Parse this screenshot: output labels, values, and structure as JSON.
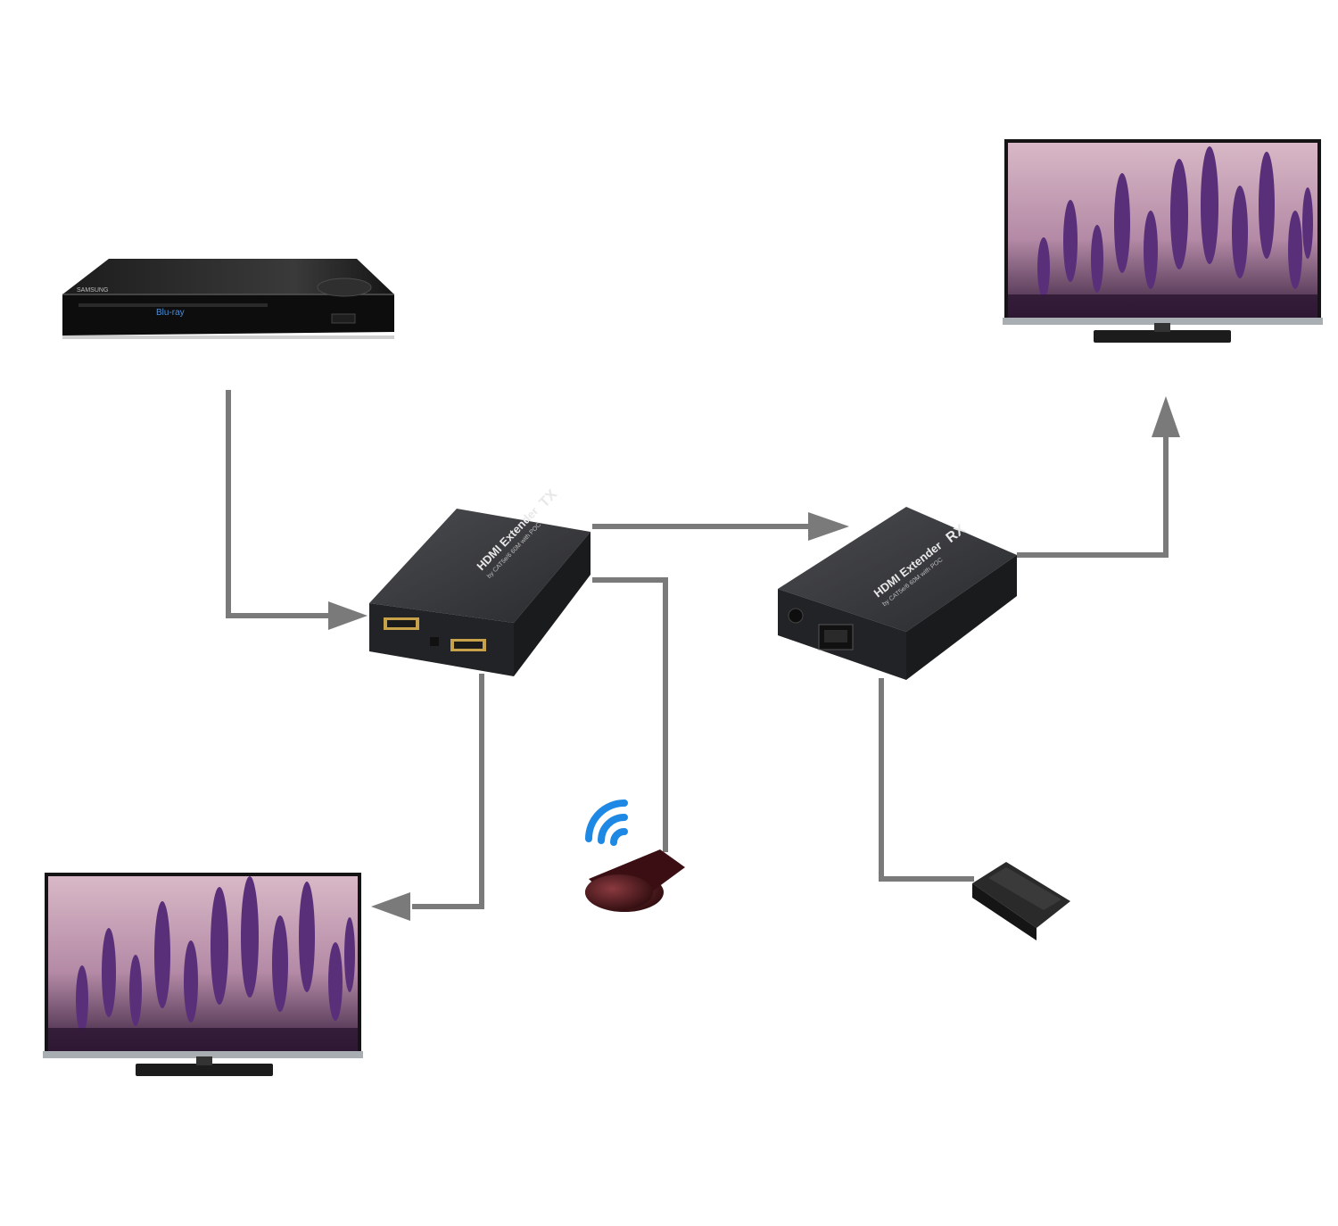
{
  "colors": {
    "background": "#ffffff",
    "connector": "#7a7a7a",
    "device_body": "#2b2c2f",
    "device_top": "#3a3b3e",
    "bluray_body": "#101010",
    "tv_bezel": "#1a1a1a",
    "tv_frame": "#9aa0a6",
    "screen_sky": "#c9a8b6",
    "screen_flowers": "#6a3a8a",
    "wifi_blue": "#1e88e5",
    "ir_receiver": "#4a1418",
    "hdmi_gold": "#c8a24a"
  },
  "icons": [
    "bluray-player-icon",
    "tv-icon",
    "hdmi-extender-tx-icon",
    "hdmi-extender-rx-icon",
    "ir-receiver-icon",
    "ir-emitter-icon",
    "wifi-signal-icon",
    "arrow-head-icon"
  ],
  "tx_unit": {
    "badge": "TX",
    "title": "HDMI Extender",
    "subtitle": "by CAT5e/6 60M with POC"
  },
  "rx_unit": {
    "badge": "RX",
    "title": "HDMI Extender",
    "subtitle": "by CAT5e/6 60M with POC"
  },
  "bluray": {
    "brand": "SAMSUNG",
    "logo": "Blu-ray"
  }
}
